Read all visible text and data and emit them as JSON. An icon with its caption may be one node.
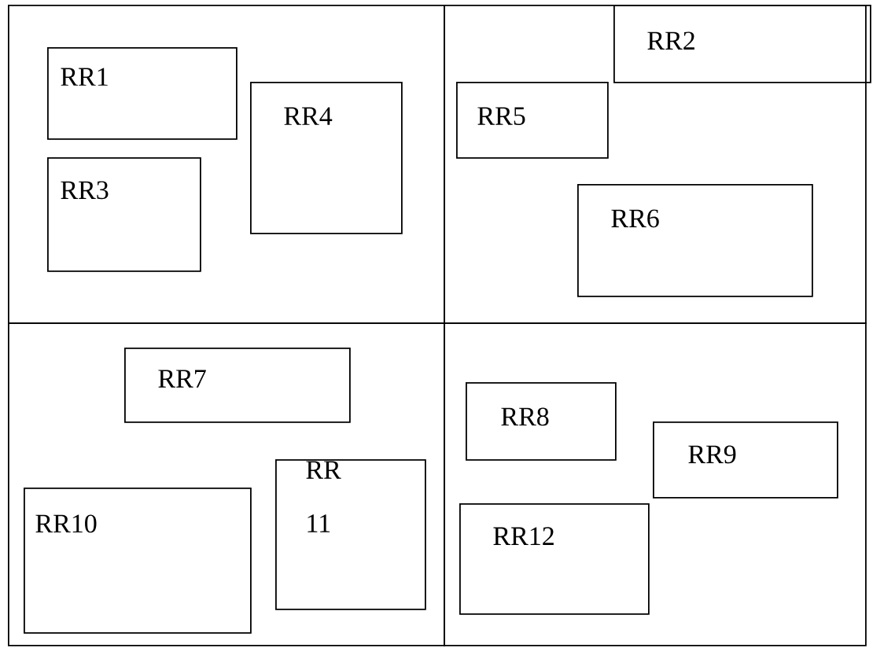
{
  "diagram": {
    "nodes": [
      {
        "text": [],
        "shape": "box"
      },
      {
        "text": [
          "RR1"
        ],
        "in": 0
      },
      {
        "text": [
          "RR3"
        ],
        "in": 0
      },
      {
        "text": [
          "RR4"
        ],
        "in": 0
      },
      {
        "text": [],
        "shape": "box"
      },
      {
        "text": [
          "RR2"
        ],
        "in": 4
      },
      {
        "text": [
          "RR5"
        ],
        "in": 4
      },
      {
        "text": [
          "RR6"
        ],
        "in": 4
      },
      {
        "text": [],
        "shape": "box"
      },
      {
        "text": [
          "RR7"
        ],
        "in": 8
      },
      {
        "text": [
          "RR10"
        ],
        "in": 8
      },
      {
        "text": [
          "RR 11"
        ],
        "in": 8
      },
      {
        "text": [],
        "shape": "box"
      },
      {
        "text": [
          "RR8"
        ],
        "in": 12
      },
      {
        "text": [
          "RR9"
        ],
        "in": 12
      },
      {
        "text": [
          "RR12"
        ],
        "in": 12
      }
    ]
  }
}
